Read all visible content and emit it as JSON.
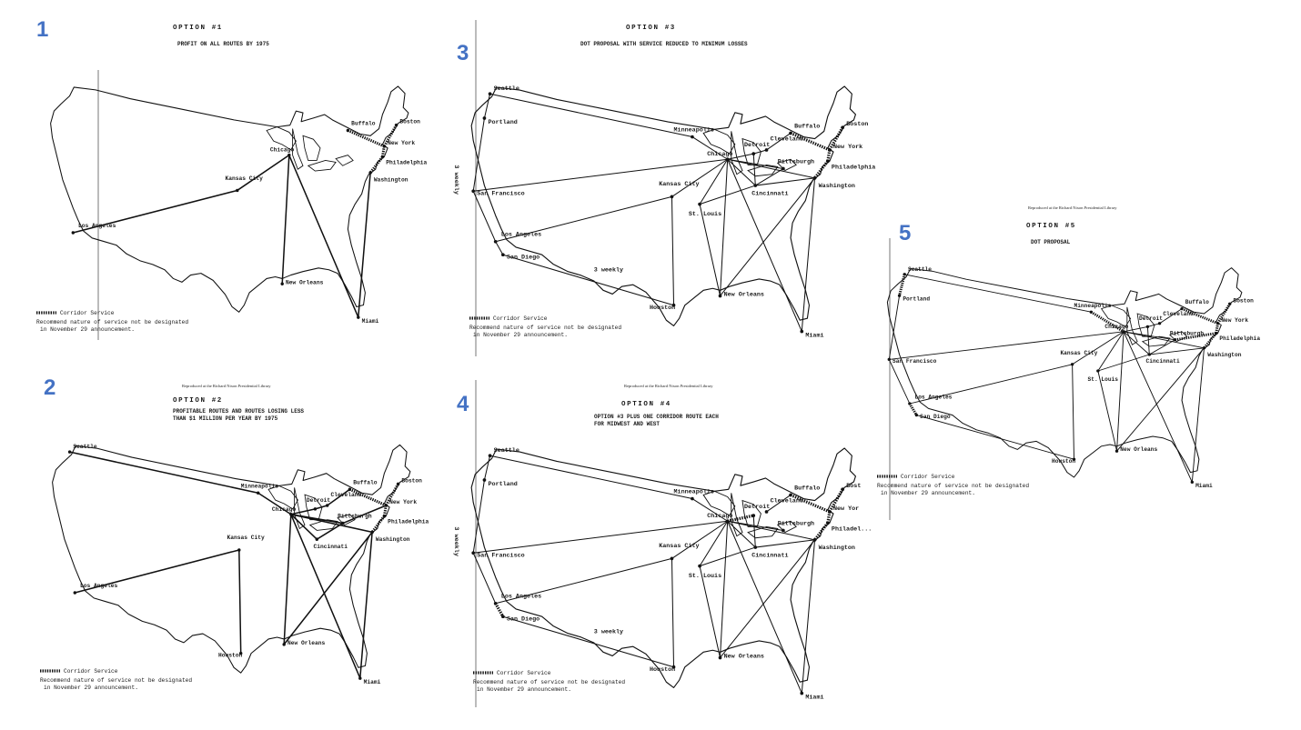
{
  "colors": {
    "panel_number": "#4472c4",
    "ink": "#111111",
    "background": "#ffffff"
  },
  "reproduced_note": "Reproduced at the Richard Nixon Presidential Library",
  "footer": {
    "corridor_service": "Corridor Service",
    "note_line1": "Recommend nature of service not be designated",
    "note_line2": "in November 29 announcement."
  },
  "panels": [
    {
      "number": "1",
      "title": "OPTION #1",
      "subtitle": [
        "PROFIT ON ALL ROUTES BY 1975"
      ],
      "show_reproduced_note": false,
      "cities": [
        {
          "id": "chicago",
          "label": "Chicago"
        },
        {
          "id": "kc",
          "label": "Kansas City"
        },
        {
          "id": "la",
          "label": "Los Angeles"
        },
        {
          "id": "no",
          "label": "New Orleans"
        },
        {
          "id": "miami",
          "label": "Miami"
        },
        {
          "id": "buffalo",
          "label": "Buffalo"
        },
        {
          "id": "boston",
          "label": "Boston"
        },
        {
          "id": "ny",
          "label": "New York"
        },
        {
          "id": "phil",
          "label": "Philadelphia"
        },
        {
          "id": "wash",
          "label": "Washington"
        }
      ],
      "routes": [
        [
          "chicago",
          "kc"
        ],
        [
          "kc",
          "la"
        ],
        [
          "chicago",
          "no"
        ],
        [
          "chicago",
          "miami"
        ],
        [
          "wash",
          "miami"
        ]
      ],
      "corridors": [
        [
          "buffalo",
          "ny"
        ],
        [
          "boston",
          "ny"
        ],
        [
          "ny",
          "phil"
        ],
        [
          "phil",
          "wash"
        ]
      ],
      "annotations": []
    },
    {
      "number": "2",
      "title": "OPTION #2",
      "subtitle": [
        "PROFITABLE ROUTES AND ROUTES LOSING LESS",
        "THAN $1 MILLION PER YEAR BY 1975"
      ],
      "show_reproduced_note": true,
      "cities": [
        {
          "id": "seattle",
          "label": "Seattle"
        },
        {
          "id": "minneapolis",
          "label": "Minneapolis"
        },
        {
          "id": "chicago",
          "label": "Chicago"
        },
        {
          "id": "detroit",
          "label": "Detroit"
        },
        {
          "id": "cleveland",
          "label": "Cleveland"
        },
        {
          "id": "buffalo",
          "label": "Buffalo"
        },
        {
          "id": "boston",
          "label": "Boston"
        },
        {
          "id": "ny",
          "label": "New York"
        },
        {
          "id": "pittsburgh",
          "label": "Pittsburgh"
        },
        {
          "id": "phil",
          "label": "Philadelphia"
        },
        {
          "id": "cincinnati",
          "label": "Cincinnati"
        },
        {
          "id": "wash",
          "label": "Washington"
        },
        {
          "id": "kc",
          "label": "Kansas City"
        },
        {
          "id": "la",
          "label": "Los Angeles"
        },
        {
          "id": "houston",
          "label": "Houston"
        },
        {
          "id": "no",
          "label": "New Orleans"
        },
        {
          "id": "miami",
          "label": "Miami"
        }
      ],
      "routes": [
        [
          "seattle",
          "minneapolis"
        ],
        [
          "minneapolis",
          "chicago"
        ],
        [
          "chicago",
          "detroit"
        ],
        [
          "detroit",
          "cleveland"
        ],
        [
          "chicago",
          "cincinnati"
        ],
        [
          "chicago",
          "wash"
        ],
        [
          "chicago",
          "no"
        ],
        [
          "chicago",
          "miami"
        ],
        [
          "kc",
          "la"
        ],
        [
          "kc",
          "houston"
        ],
        [
          "wash",
          "miami"
        ],
        [
          "wash",
          "no"
        ],
        [
          "cincinnati",
          "pittsburgh"
        ],
        [
          "pittsburgh",
          "ny"
        ],
        [
          "cleveland",
          "buffalo"
        ],
        [
          "chicago",
          "pittsburgh"
        ]
      ],
      "corridors": [
        [
          "buffalo",
          "ny"
        ],
        [
          "boston",
          "ny"
        ],
        [
          "ny",
          "phil"
        ],
        [
          "phil",
          "wash"
        ]
      ],
      "annotations": []
    },
    {
      "number": "3",
      "title": "OPTION #3",
      "subtitle": [
        "DOT PROPOSAL WITH SERVICE REDUCED TO MINIMUM LOSSES"
      ],
      "show_reproduced_note": false,
      "cities": [
        {
          "id": "seattle",
          "label": "Seattle"
        },
        {
          "id": "portland",
          "label": "Portland"
        },
        {
          "id": "sf",
          "label": "San Francisco"
        },
        {
          "id": "la",
          "label": "Los Angeles"
        },
        {
          "id": "sd",
          "label": "San Diego"
        },
        {
          "id": "minneapolis",
          "label": "Minneapolis"
        },
        {
          "id": "chicago",
          "label": "Chicago"
        },
        {
          "id": "detroit",
          "label": "Detroit"
        },
        {
          "id": "cleveland",
          "label": "Cleveland"
        },
        {
          "id": "buffalo",
          "label": "Buffalo"
        },
        {
          "id": "boston",
          "label": "Boston"
        },
        {
          "id": "ny",
          "label": "New York"
        },
        {
          "id": "pittsburgh",
          "label": "Pittsburgh"
        },
        {
          "id": "phil",
          "label": "Philadelphia"
        },
        {
          "id": "wash",
          "label": "Washington"
        },
        {
          "id": "cincinnati",
          "label": "Cincinnati"
        },
        {
          "id": "kc",
          "label": "Kansas City"
        },
        {
          "id": "stl",
          "label": "St. Louis"
        },
        {
          "id": "houston",
          "label": "Houston"
        },
        {
          "id": "no",
          "label": "New Orleans"
        },
        {
          "id": "miami",
          "label": "Miami"
        }
      ],
      "routes": [
        [
          "seattle",
          "portland"
        ],
        [
          "portland",
          "sf"
        ],
        [
          "sf",
          "la"
        ],
        [
          "la",
          "sd"
        ],
        [
          "seattle",
          "minneapolis"
        ],
        [
          "minneapolis",
          "chicago"
        ],
        [
          "sf",
          "chicago"
        ],
        [
          "la",
          "kc"
        ],
        [
          "kc",
          "chicago"
        ],
        [
          "sd",
          "houston"
        ],
        [
          "houston",
          "kc"
        ],
        [
          "stl",
          "chicago"
        ],
        [
          "stl",
          "no"
        ],
        [
          "chicago",
          "no"
        ],
        [
          "chicago",
          "miami"
        ],
        [
          "chicago",
          "cincinnati"
        ],
        [
          "chicago",
          "detroit"
        ],
        [
          "detroit",
          "cleveland"
        ],
        [
          "chicago",
          "pittsburgh"
        ],
        [
          "chicago",
          "wash"
        ],
        [
          "cincinnati",
          "wash"
        ],
        [
          "wash",
          "miami"
        ],
        [
          "no",
          "wash"
        ],
        [
          "stl",
          "cincinnati"
        ],
        [
          "cleveland",
          "buffalo"
        ],
        [
          "detroit",
          "cincinnati"
        ],
        [
          "pittsburgh",
          "cincinnati"
        ]
      ],
      "corridors": [
        [
          "buffalo",
          "ny"
        ],
        [
          "boston",
          "ny"
        ],
        [
          "ny",
          "phil"
        ],
        [
          "phil",
          "wash"
        ]
      ],
      "annotations": [
        {
          "id": "weekly_west",
          "text": "3 weekly"
        },
        {
          "id": "weekly_south",
          "text": "3 weekly"
        }
      ]
    },
    {
      "number": "4",
      "title": "OPTION #4",
      "subtitle": [
        "OPTION #3 PLUS ONE CORRIDOR ROUTE EACH",
        "FOR MIDWEST AND WEST"
      ],
      "show_reproduced_note": true,
      "cities": [
        {
          "id": "seattle",
          "label": "Seattle"
        },
        {
          "id": "portland",
          "label": "Portland"
        },
        {
          "id": "sf",
          "label": "San Francisco"
        },
        {
          "id": "la",
          "label": "Los Angeles"
        },
        {
          "id": "sd",
          "label": "San Diego"
        },
        {
          "id": "minneapolis",
          "label": "Minneapolis"
        },
        {
          "id": "chicago",
          "label": "Chicago"
        },
        {
          "id": "detroit",
          "label": "Detroit"
        },
        {
          "id": "cleveland",
          "label": "Cleveland"
        },
        {
          "id": "buffalo",
          "label": "Buffalo"
        },
        {
          "id": "boston",
          "label": "Bost"
        },
        {
          "id": "ny",
          "label": "New Yor"
        },
        {
          "id": "pittsburgh",
          "label": "Pittsburgh"
        },
        {
          "id": "phil",
          "label": "Philadel..."
        },
        {
          "id": "wash",
          "label": "Washington"
        },
        {
          "id": "cincinnati",
          "label": "Cincinnati"
        },
        {
          "id": "kc",
          "label": "Kansas City"
        },
        {
          "id": "stl",
          "label": "St. Louis"
        },
        {
          "id": "houston",
          "label": "Houston"
        },
        {
          "id": "no",
          "label": "New Orleans"
        },
        {
          "id": "miami",
          "label": "Miami"
        }
      ],
      "routes": [
        [
          "seattle",
          "portland"
        ],
        [
          "portland",
          "sf"
        ],
        [
          "sf",
          "la"
        ],
        [
          "seattle",
          "minneapolis"
        ],
        [
          "minneapolis",
          "chicago"
        ],
        [
          "sf",
          "chicago"
        ],
        [
          "la",
          "kc"
        ],
        [
          "kc",
          "chicago"
        ],
        [
          "sd",
          "houston"
        ],
        [
          "houston",
          "kc"
        ],
        [
          "stl",
          "chicago"
        ],
        [
          "stl",
          "no"
        ],
        [
          "chicago",
          "no"
        ],
        [
          "chicago",
          "miami"
        ],
        [
          "chicago",
          "cincinnati"
        ],
        [
          "chicago",
          "pittsburgh"
        ],
        [
          "chicago",
          "wash"
        ],
        [
          "cincinnati",
          "wash"
        ],
        [
          "wash",
          "miami"
        ],
        [
          "no",
          "wash"
        ],
        [
          "stl",
          "cincinnati"
        ],
        [
          "cleveland",
          "buffalo"
        ],
        [
          "detroit",
          "cincinnati"
        ]
      ],
      "corridors": [
        [
          "buffalo",
          "ny"
        ],
        [
          "boston",
          "ny"
        ],
        [
          "ny",
          "phil"
        ],
        [
          "phil",
          "wash"
        ],
        [
          "la",
          "sd"
        ],
        [
          "chicago",
          "detroit"
        ]
      ],
      "annotations": [
        {
          "id": "weekly_west",
          "text": "3 weekly"
        },
        {
          "id": "weekly_south",
          "text": "3 weekly"
        }
      ]
    },
    {
      "number": "5",
      "title": "OPTION #5",
      "subtitle": [
        "DOT PROPOSAL"
      ],
      "show_reproduced_note": true,
      "cities": [
        {
          "id": "seattle",
          "label": "Seattle"
        },
        {
          "id": "portland",
          "label": "Portland"
        },
        {
          "id": "sf",
          "label": "San Francisco"
        },
        {
          "id": "la",
          "label": "Los Angeles"
        },
        {
          "id": "sd",
          "label": "San Diego"
        },
        {
          "id": "minneapolis",
          "label": "Minneapolis"
        },
        {
          "id": "chicago",
          "label": "Chicago"
        },
        {
          "id": "detroit",
          "label": "Detroit"
        },
        {
          "id": "cleveland",
          "label": "Cleveland"
        },
        {
          "id": "buffalo",
          "label": "Buffalo"
        },
        {
          "id": "boston",
          "label": "Boston"
        },
        {
          "id": "ny",
          "label": "New York"
        },
        {
          "id": "pittsburgh",
          "label": "Pittsburgh"
        },
        {
          "id": "phil",
          "label": "Philadelphia"
        },
        {
          "id": "wash",
          "label": "Washington"
        },
        {
          "id": "cincinnati",
          "label": "Cincinnati"
        },
        {
          "id": "kc",
          "label": "Kansas City"
        },
        {
          "id": "stl",
          "label": "St. Louis"
        },
        {
          "id": "houston",
          "label": "Houston"
        },
        {
          "id": "no",
          "label": "New Orleans"
        },
        {
          "id": "miami",
          "label": "Miami"
        }
      ],
      "routes": [
        [
          "portland",
          "sf"
        ],
        [
          "sf",
          "la"
        ],
        [
          "seattle",
          "minneapolis"
        ],
        [
          "sf",
          "chicago"
        ],
        [
          "la",
          "kc"
        ],
        [
          "kc",
          "chicago"
        ],
        [
          "sd",
          "houston"
        ],
        [
          "houston",
          "kc"
        ],
        [
          "stl",
          "chicago"
        ],
        [
          "stl",
          "no"
        ],
        [
          "chicago",
          "no"
        ],
        [
          "chicago",
          "miami"
        ],
        [
          "chicago",
          "cincinnati"
        ],
        [
          "chicago",
          "detroit"
        ],
        [
          "detroit",
          "cleveland"
        ],
        [
          "chicago",
          "pittsburgh"
        ],
        [
          "chicago",
          "wash"
        ],
        [
          "cincinnati",
          "wash"
        ],
        [
          "wash",
          "miami"
        ],
        [
          "no",
          "wash"
        ],
        [
          "stl",
          "cincinnati"
        ],
        [
          "cleveland",
          "buffalo"
        ],
        [
          "detroit",
          "cincinnati"
        ],
        [
          "pittsburgh",
          "cincinnati"
        ]
      ],
      "corridors": [
        [
          "seattle",
          "portland"
        ],
        [
          "minneapolis",
          "chicago"
        ],
        [
          "la",
          "sd"
        ],
        [
          "buffalo",
          "ny"
        ],
        [
          "boston",
          "ny"
        ],
        [
          "ny",
          "phil"
        ],
        [
          "phil",
          "wash"
        ],
        [
          "pittsburgh",
          "phil"
        ]
      ],
      "annotations": []
    }
  ]
}
